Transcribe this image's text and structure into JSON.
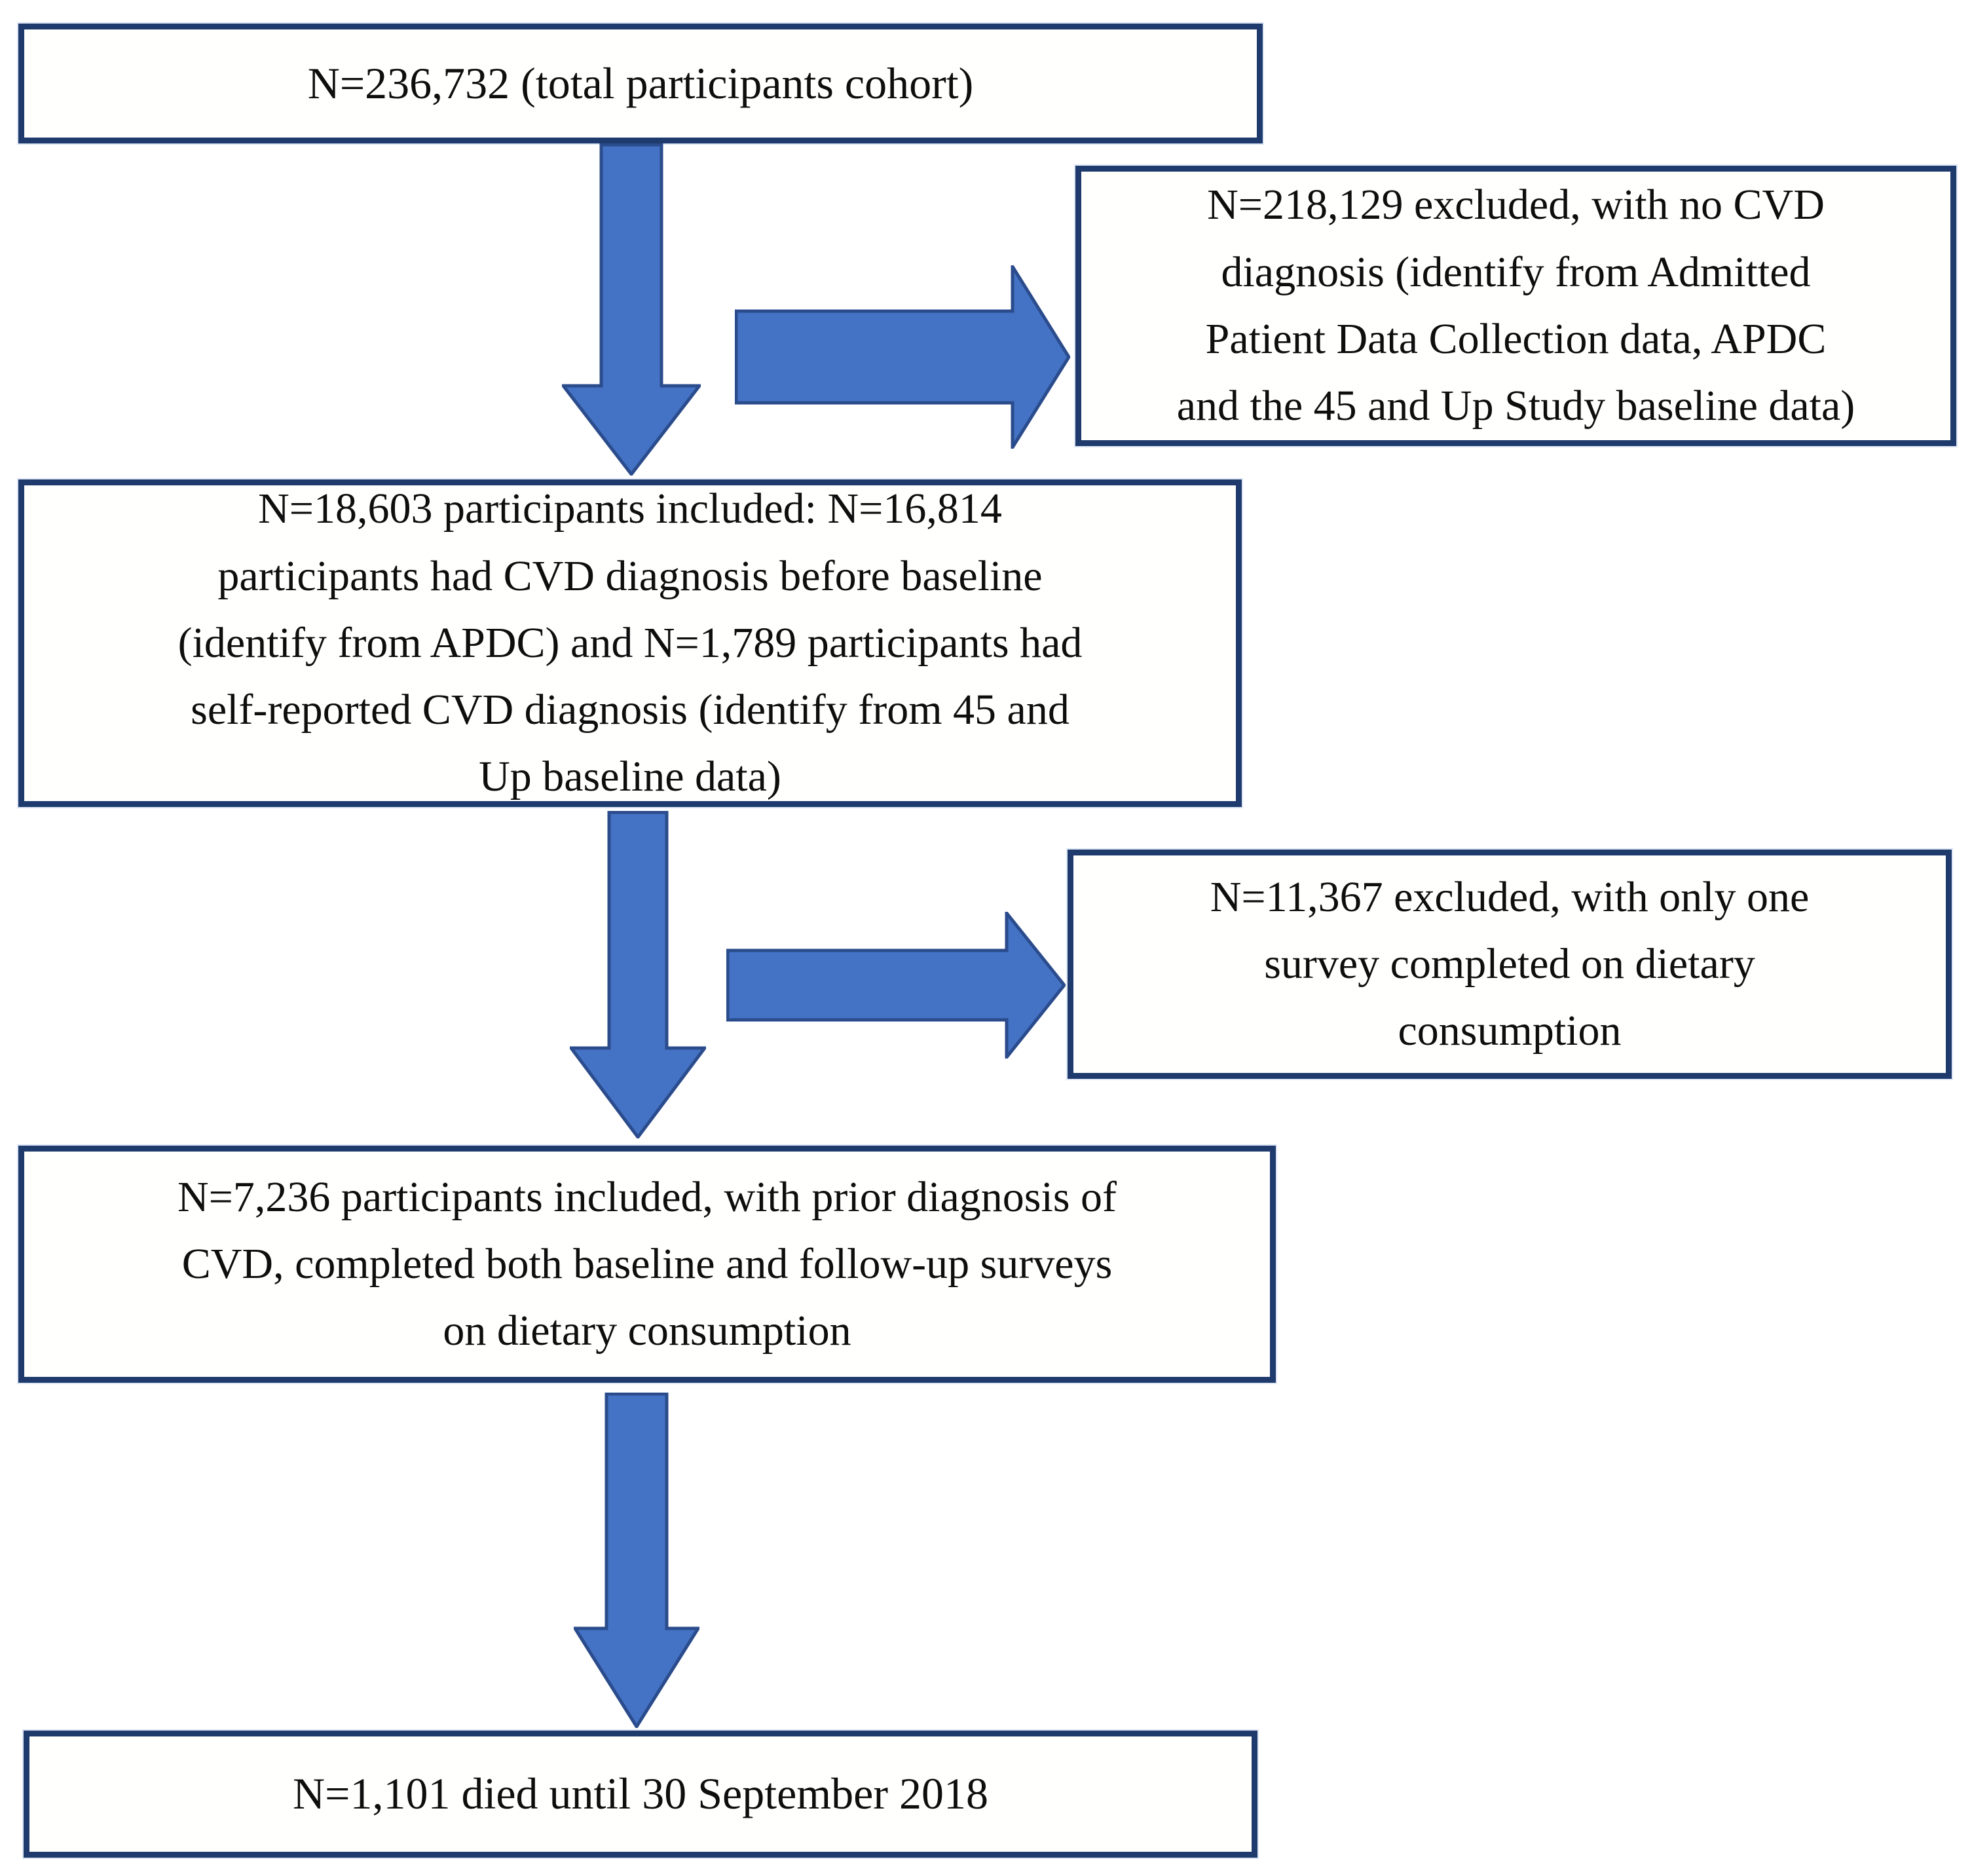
{
  "figure": {
    "colors": {
      "box_border": "#1f3b6d",
      "arrow_fill": "#4472c4",
      "arrow_stroke": "#2b4c8c",
      "text": "#0e0e0e",
      "background": "#ffffff"
    },
    "nodes": {
      "total_cohort": "N=236,732 (total participants cohort)",
      "excluded_no_cvd": "N=218,129 excluded, with no CVD\ndiagnosis (identify from Admitted\nPatient Data Collection data, APDC\nand the 45 and Up Study baseline data)",
      "included_cvd_diagnosis": "N=18,603 participants included: N=16,814\nparticipants had CVD diagnosis before baseline\n(identify from APDC) and N=1,789 participants had\nself-reported CVD diagnosis (identify from 45 and\nUp baseline data)",
      "excluded_one_survey": "N=11,367 excluded, with only one\nsurvey completed on dietary\nconsumption",
      "included_both_surveys": "N=7,236 participants included, with prior diagnosis of\nCVD, completed both baseline and follow-up surveys\non dietary consumption",
      "died_followup": "N=1,101 died until 30 September 2018"
    }
  }
}
